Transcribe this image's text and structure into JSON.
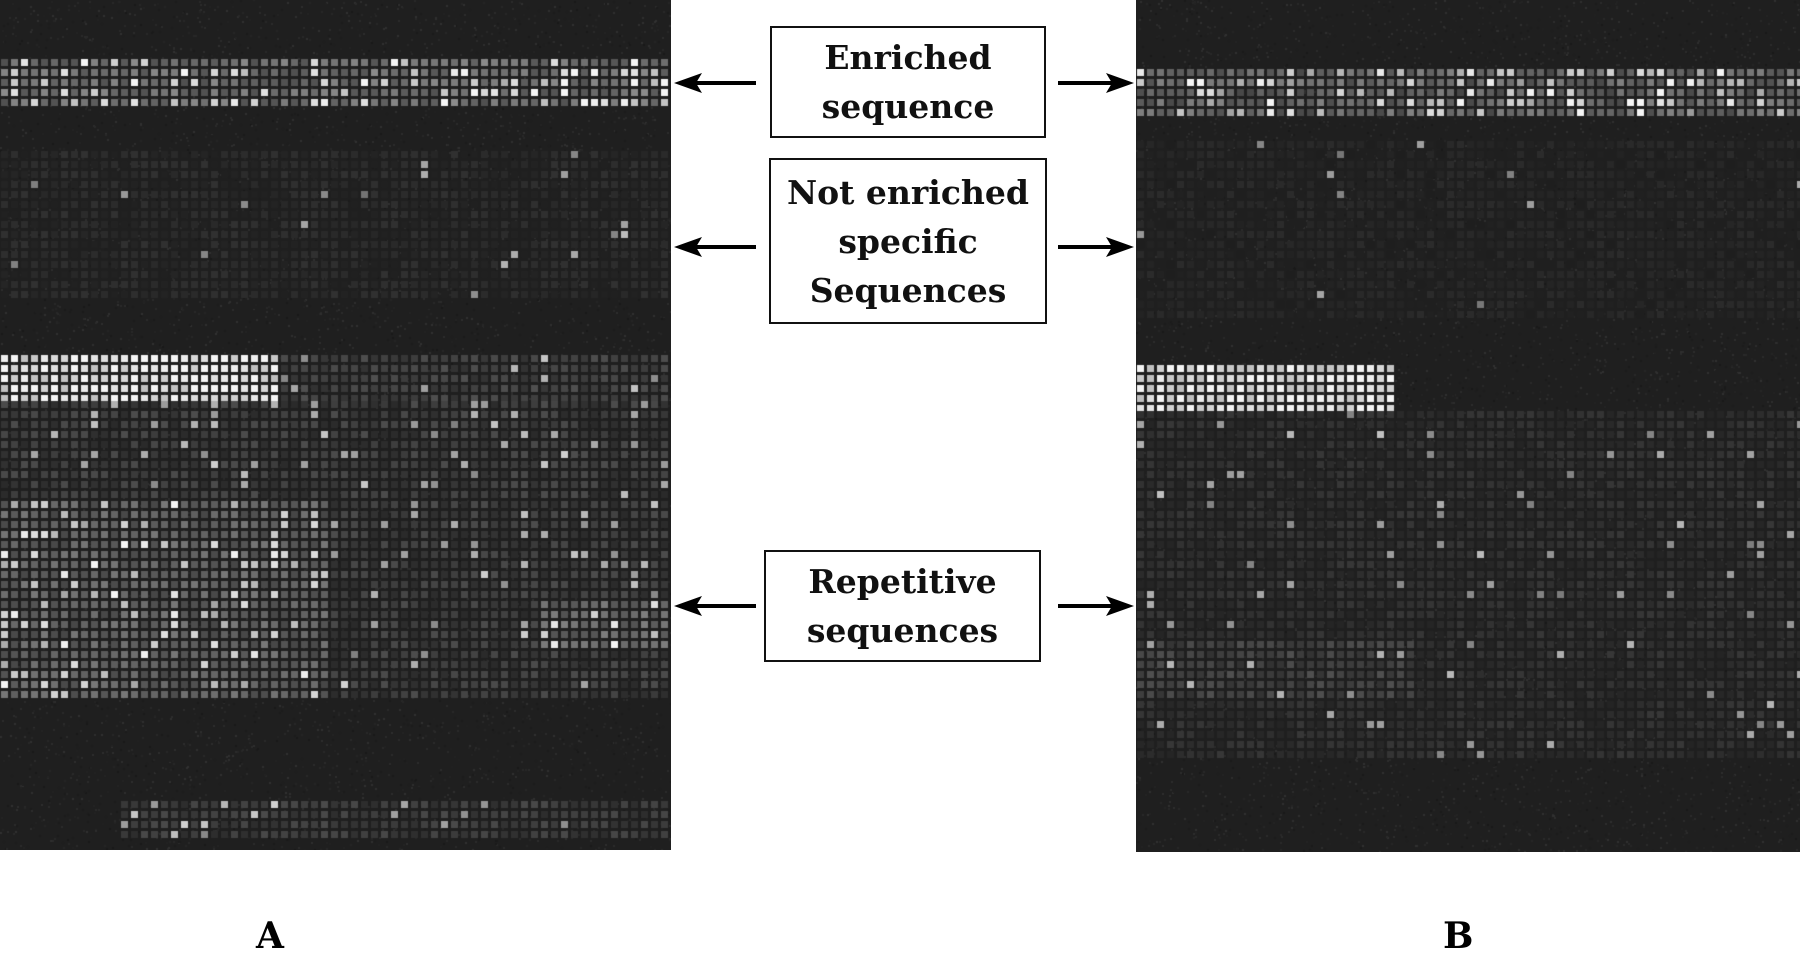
{
  "labels": {
    "enriched": [
      "Enriched",
      "sequence"
    ],
    "not_enriched": [
      "Not enriched",
      "specific",
      "Sequences"
    ],
    "repetitive": [
      "Repetitive",
      "sequences"
    ]
  },
  "panels": {
    "a": "A",
    "b": "B"
  },
  "colors": {
    "background": "#202020",
    "spot_bright": "#f2f2f2",
    "label_border": "#111111"
  }
}
